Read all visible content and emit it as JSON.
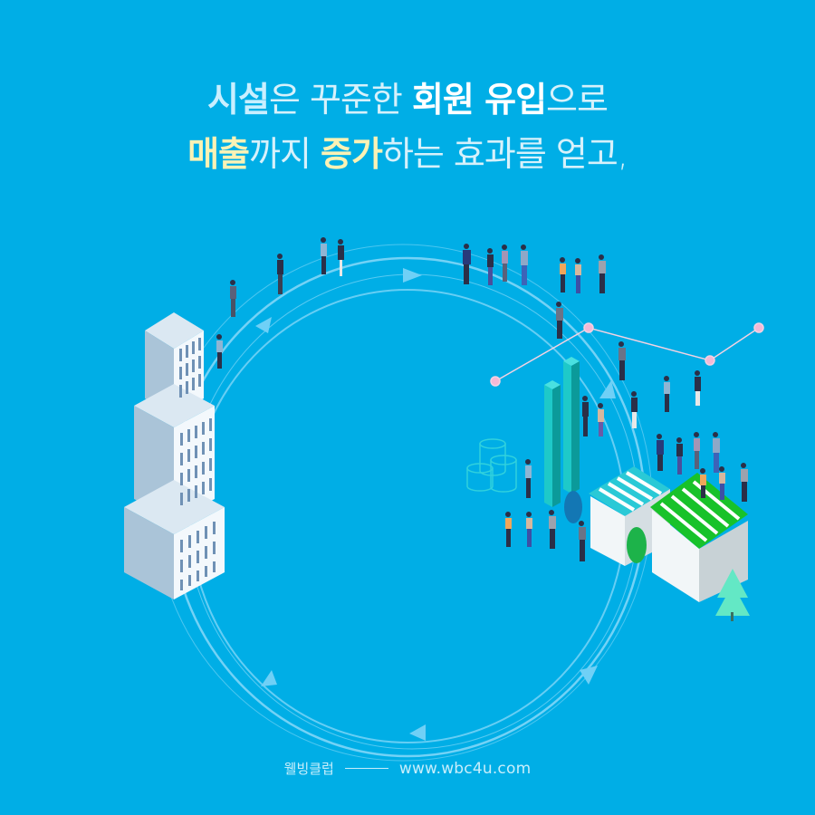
{
  "headline": {
    "line1": [
      {
        "text": "시설",
        "style": "hl-blue"
      },
      {
        "text": "은 꾸준한 ",
        "style": "plain"
      },
      {
        "text": "회원 유입",
        "style": "hl-white"
      },
      {
        "text": "으로",
        "style": "plain"
      }
    ],
    "line2": [
      {
        "text": "매출",
        "style": "hl-yellow"
      },
      {
        "text": "까지 ",
        "style": "plain"
      },
      {
        "text": "증가",
        "style": "hl-yellow"
      },
      {
        "text": "하는 효과를 얻고,",
        "style": "plain"
      }
    ]
  },
  "illustration": {
    "left_icon": "office-skyscraper",
    "right_icon": "storefronts-with-awnings",
    "elements": [
      "people-crowd",
      "circular-flow-arrows",
      "bar-chart",
      "line-graph",
      "won-coin-stacks",
      "trees"
    ],
    "colors": {
      "background": "#00aee6",
      "flow_lines": "#7fd6f7",
      "bar_teal": "#1ec9c9",
      "graph_line": "#f3c6dc",
      "awning_teal": "#2ac9d6",
      "awning_green": "#18c22a",
      "building_face": "#e9f1f7"
    }
  },
  "footer": {
    "brand": "웰빙클럽",
    "url": "www.wbc4u.com"
  }
}
